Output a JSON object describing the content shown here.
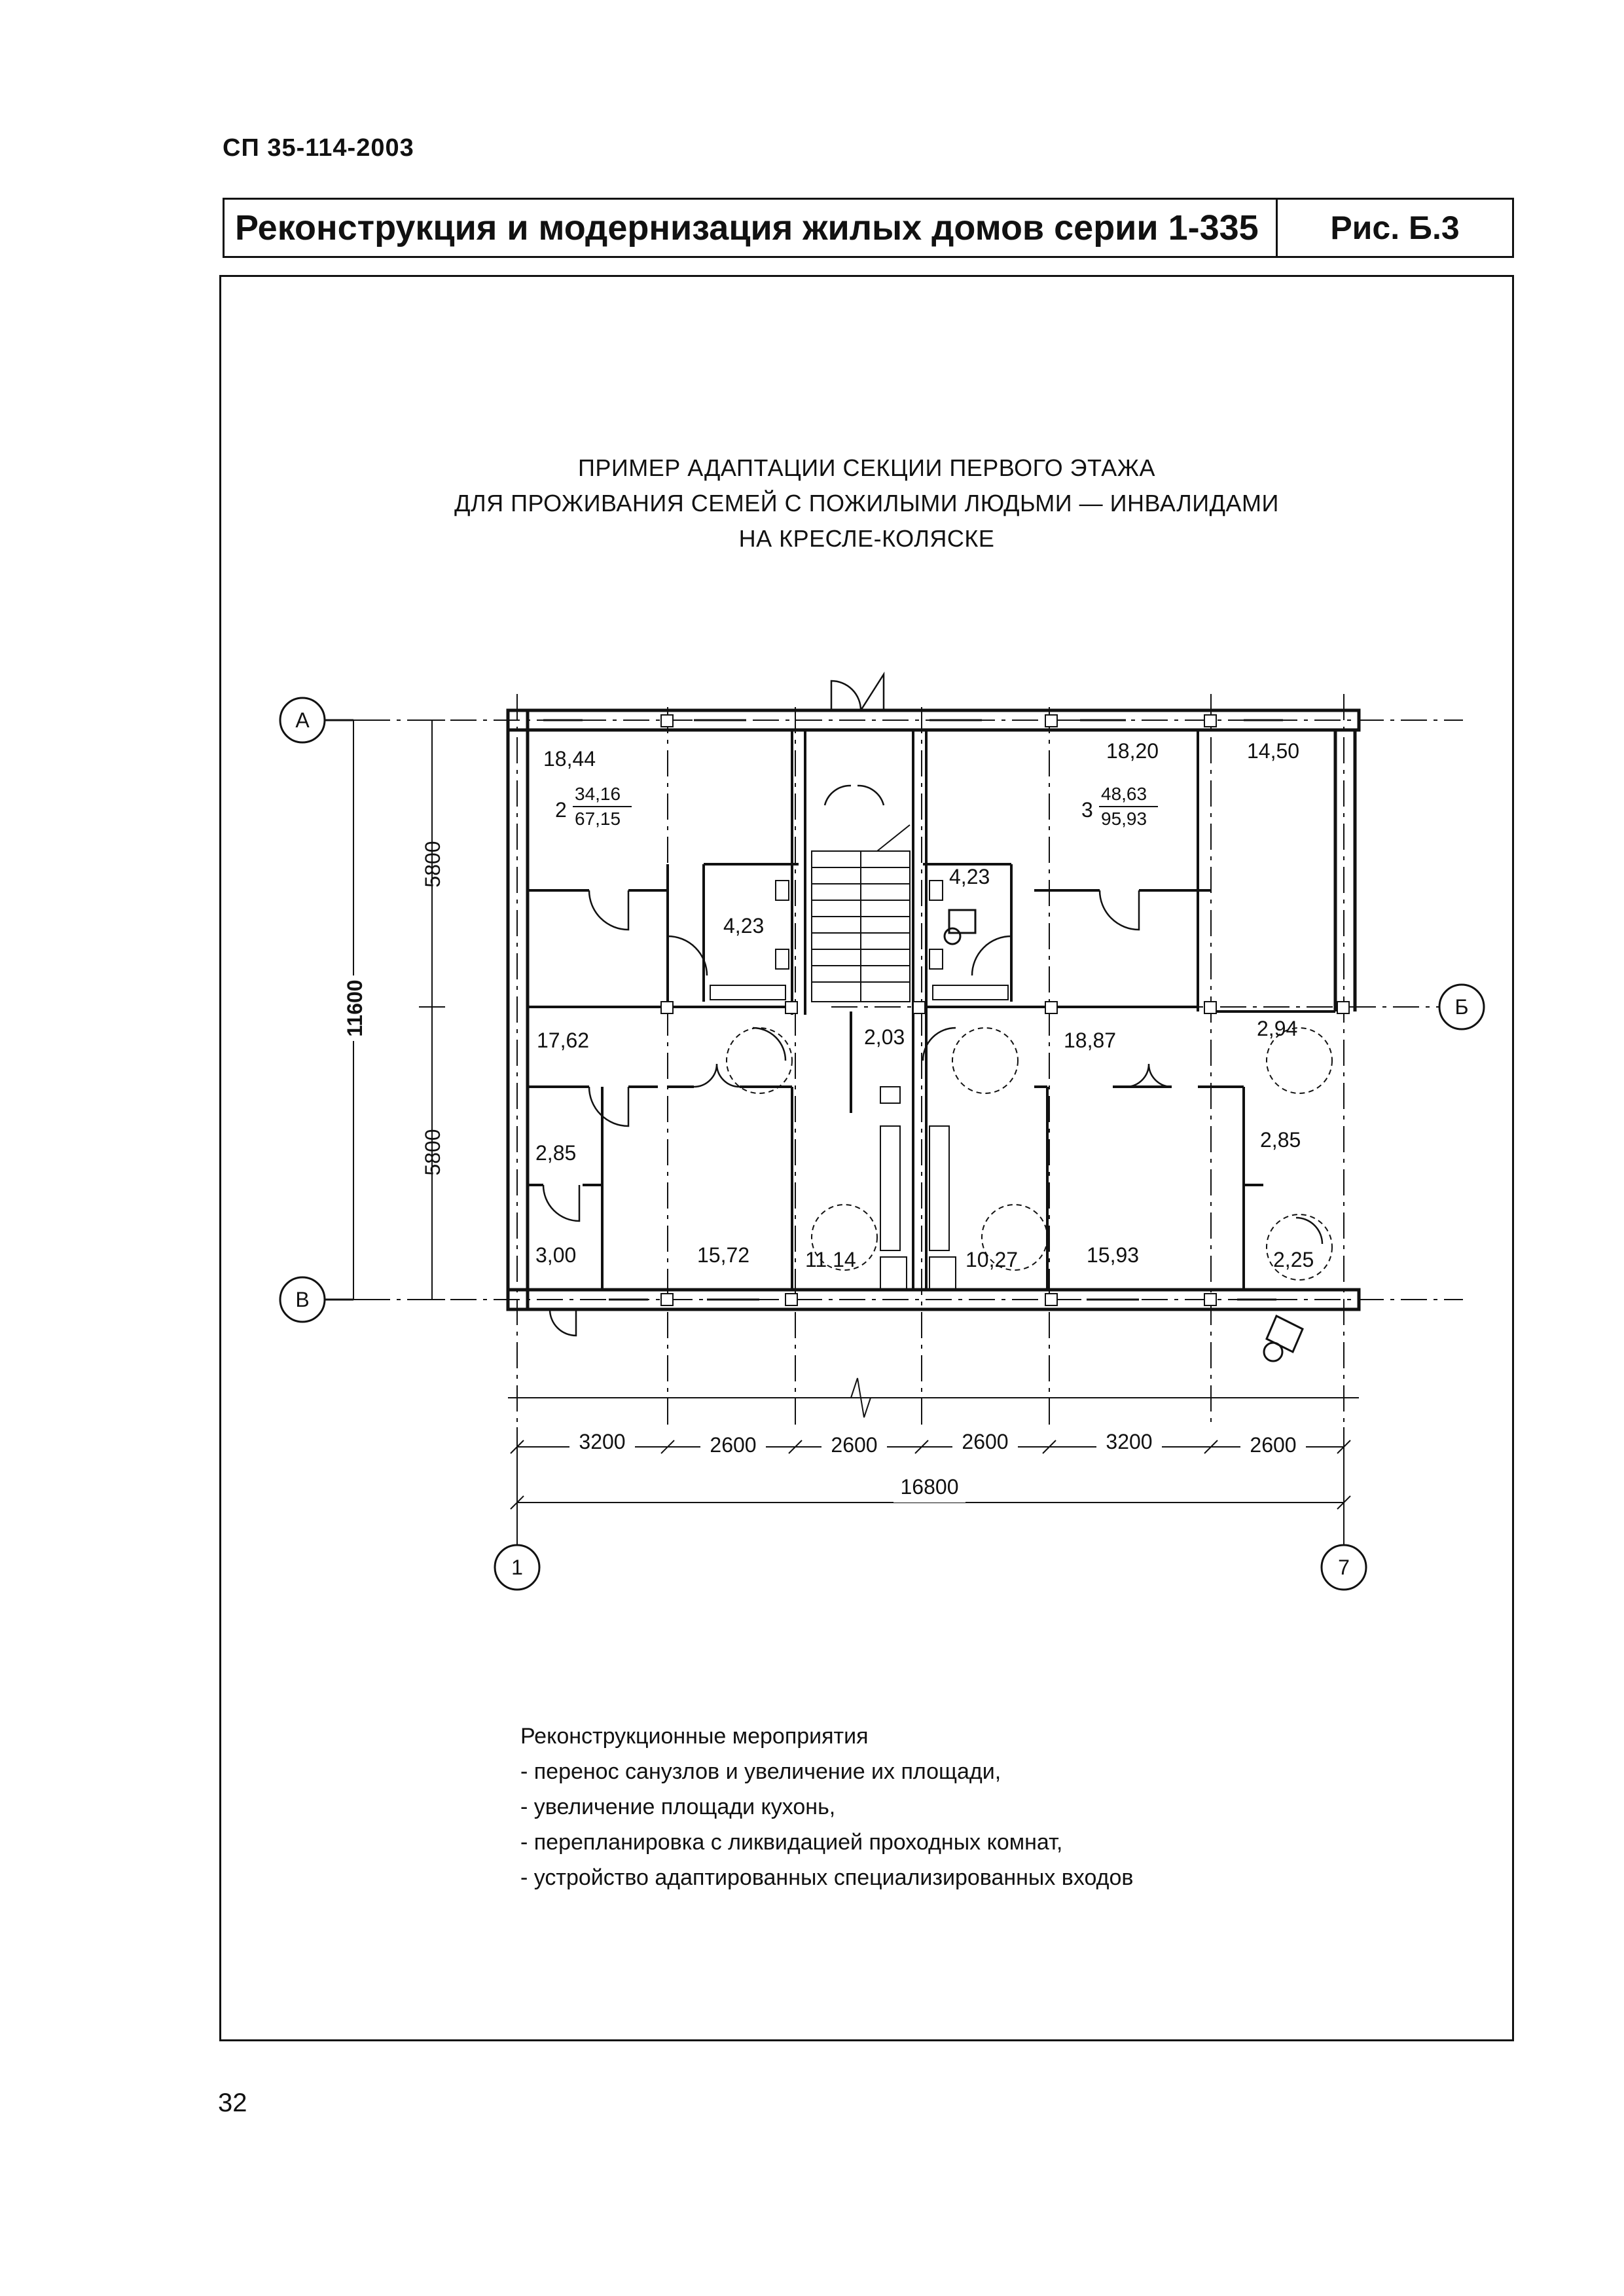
{
  "header": {
    "doc_code": "СП 35-114-2003",
    "title": "Реконструкция и модернизация жилых домов серии 1-335",
    "figure": "Рис. Б.3"
  },
  "plan": {
    "title_lines": [
      "ПРИМЕР АДАПТАЦИИ СЕКЦИИ ПЕРВОГО ЭТАЖА",
      "ДЛЯ ПРОЖИВАНИЯ СЕМЕЙ С ПОЖИЛЫМИ ЛЮДЬМИ — ИНВАЛИДАМИ",
      "НА КРЕСЛЕ-КОЛЯСКЕ"
    ],
    "axes": {
      "a": "А",
      "b": "Б",
      "v": "В",
      "one": "1",
      "seven": "7"
    },
    "vertical_dims": {
      "upper": "5800",
      "lower": "5800",
      "total": "11600"
    },
    "horizontal_dims": [
      "3200",
      "2600",
      "2600",
      "2600",
      "3200",
      "2600"
    ],
    "total_width": "16800",
    "rooms": {
      "r1": "18,44",
      "r2": "18,20",
      "r3": "14,50",
      "bath_left": "4,23",
      "bath_right": "4,23",
      "r4": "17,62",
      "hall": "2,03",
      "r5": "18,87",
      "r6": "2,94",
      "r7": "2,85",
      "r8": "2,85",
      "r9": "3,00",
      "r10": "15,72",
      "r11": "11 14",
      "r12": "10,27",
      "r13": "15,93",
      "r14": "2,25"
    },
    "apartments": [
      {
        "rooms": "2",
        "living": "34,16",
        "total": "67,15"
      },
      {
        "rooms": "3",
        "living": "48,63",
        "total": "95,93"
      }
    ]
  },
  "notes": {
    "heading": "Реконструкционные мероприятия",
    "items": [
      "- перенос санузлов и увеличение их площади,",
      "- увеличение площади кухонь,",
      "- перепланировка с ликвидацией проходных комнат,",
      "- устройство адаптированных специализированных входов"
    ]
  },
  "page_number": "32"
}
